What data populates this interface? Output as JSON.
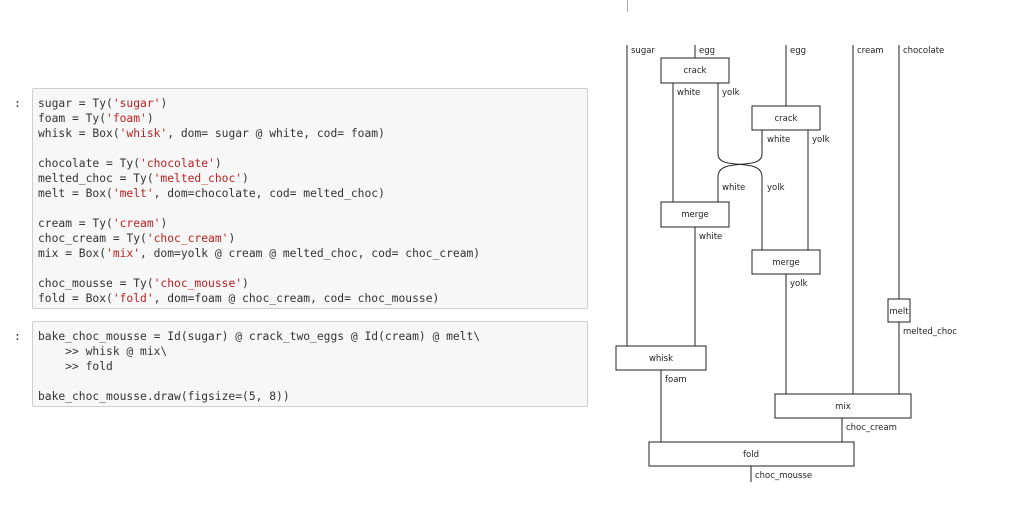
{
  "cells": [
    {
      "prompt": ":",
      "lines": [
        [
          "sugar = Ty(",
          {
            "s": "'sugar'"
          },
          ")"
        ],
        [
          "foam = Ty(",
          {
            "s": "'foam'"
          },
          ")"
        ],
        [
          "whisk = Box(",
          {
            "s": "'whisk'"
          },
          ", dom= sugar @ white, cod= foam)"
        ],
        null,
        [
          "chocolate = Ty(",
          {
            "s": "'chocolate'"
          },
          ")"
        ],
        [
          "melted_choc = Ty(",
          {
            "s": "'melted_choc'"
          },
          ")"
        ],
        [
          "melt = Box(",
          {
            "s": "'melt'"
          },
          ", dom=chocolate, cod= melted_choc)"
        ],
        null,
        [
          "cream = Ty(",
          {
            "s": "'cream'"
          },
          ")"
        ],
        [
          "choc_cream = Ty(",
          {
            "s": "'choc_cream'"
          },
          ")"
        ],
        [
          "mix = Box(",
          {
            "s": "'mix'"
          },
          ", dom=yolk @ cream @ melted_choc, cod= choc_cream)"
        ],
        null,
        [
          "choc_mousse = Ty(",
          {
            "s": "'choc_mousse'"
          },
          ")"
        ],
        [
          "fold = Box(",
          {
            "s": "'fold'"
          },
          ", dom=foam @ choc_cream, cod= choc_mousse)"
        ]
      ]
    },
    {
      "prompt": ":",
      "lines": [
        [
          "bake_choc_mousse = Id(sugar) @ crack_two_eggs @ Id(cream) @ melt\\"
        ],
        [
          "    >> whisk @ mix\\"
        ],
        [
          "    >> fold"
        ],
        null,
        [
          "bake_choc_mousse.draw(figsize=(5, 8))"
        ]
      ]
    }
  ],
  "diagram": {
    "input_labels": {
      "sugar": "sugar",
      "egg1": "egg",
      "egg2": "egg",
      "cream": "cream",
      "chocolate": "chocolate"
    },
    "boxes": {
      "crack1": "crack",
      "crack2": "crack",
      "merge1": "merge",
      "merge2": "merge",
      "melt": "melt",
      "whisk": "whisk",
      "mix": "mix",
      "fold": "fold"
    },
    "wire_labels": {
      "c1_white": "white",
      "c1_yolk": "yolk",
      "c2_white": "white",
      "c2_yolk": "yolk",
      "sw_white": "white",
      "sw_yolk": "yolk",
      "m1_white": "white",
      "m2_yolk": "yolk",
      "melted_choc": "melted_choc",
      "foam": "foam",
      "choc_cream": "choc_cream",
      "choc_mousse": "choc_mousse"
    }
  }
}
